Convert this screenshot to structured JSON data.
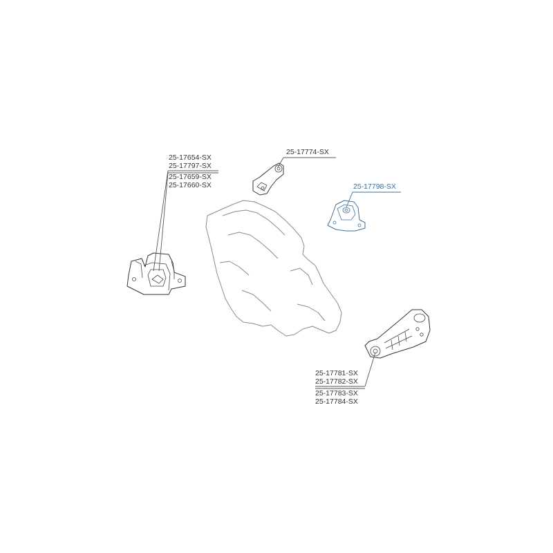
{
  "callouts": {
    "left_mount": {
      "group_a": [
        "25-17654-SX",
        "25-17797-SX"
      ],
      "group_b": [
        "25-17659-SX",
        "25-17660-SX"
      ]
    },
    "upper_torque_rod": {
      "group_a": [
        "25-17774-SX"
      ]
    },
    "rear_mount": {
      "group_a": [
        "25-17798-SX"
      ]
    },
    "lower_torque_rod": {
      "group_a": [
        "25-17781-SX",
        "25-17782-SX"
      ],
      "group_b": [
        "25-17783-SX",
        "25-17784-SX"
      ]
    }
  },
  "colors": {
    "text": "#333333",
    "highlight": "#3d6f9a",
    "line": "#555555",
    "engine_outline": "#8a8a8a"
  }
}
